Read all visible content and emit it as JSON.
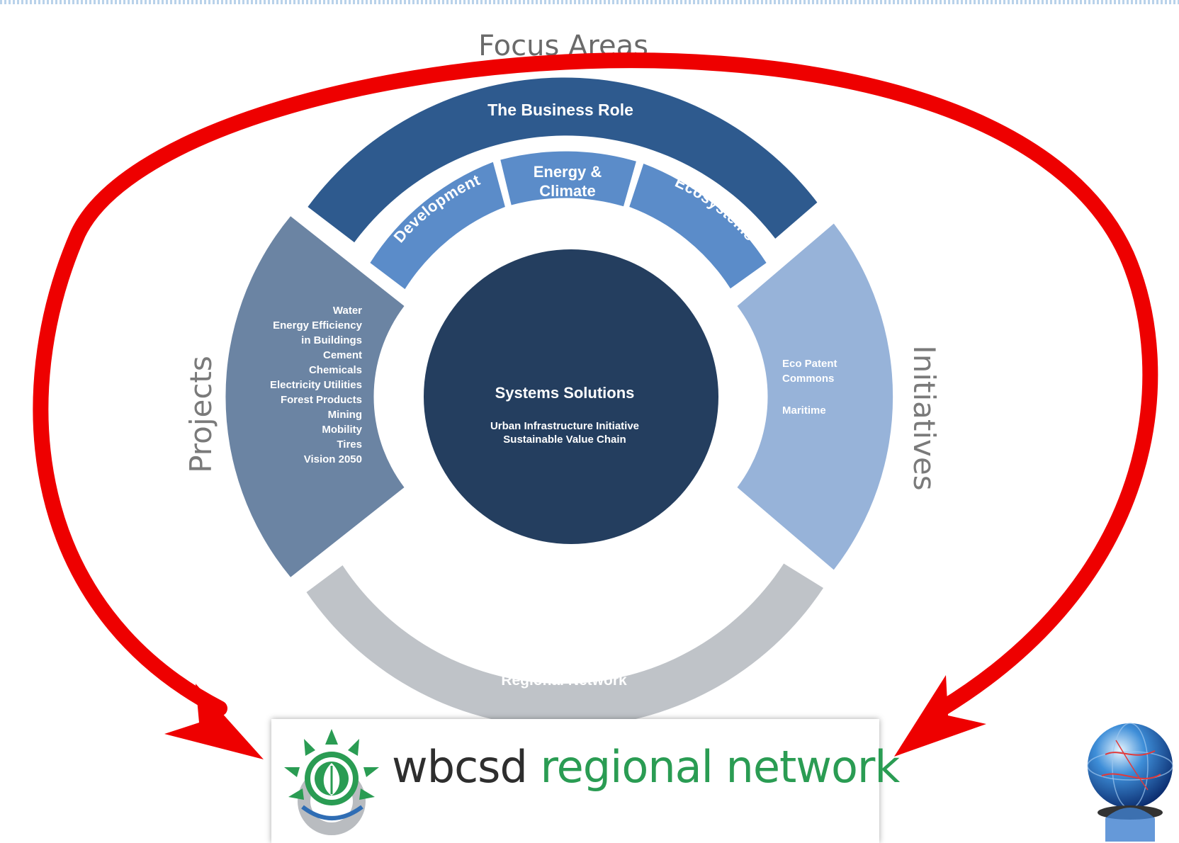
{
  "diagram": {
    "heading": "Focus Areas",
    "top_band": "The Business Role",
    "inner_segments": {
      "left": "Development",
      "middle": [
        "Energy &",
        "Climate"
      ],
      "right": "Ecosystems"
    },
    "left_side_label": "Projects",
    "right_side_label": "Initiatives",
    "projects_list": [
      "Water",
      "Energy Efficiency",
      "in Buildings",
      "Cement",
      "Chemicals",
      "Electricity Utilities",
      "Forest Products",
      "Mining",
      "Mobility",
      "Tires",
      "Vision 2050"
    ],
    "initiatives_list": [
      "Eco Patent",
      "Commons",
      "Maritime"
    ],
    "center": {
      "title": "Systems Solutions",
      "lines": [
        "Urban Infrastructure Initiative",
        "Sustainable Value Chain"
      ]
    },
    "bottom_band": "Regional Network"
  },
  "logo": {
    "word1": "wbcsd",
    "word2": "regional network"
  },
  "colors": {
    "top_band": "#2e5a8e",
    "inner_segment": "#5b8cc9",
    "projects": "#6b84a3",
    "initiatives": "#97b3d9",
    "center": "#243e5f",
    "bottom_band": "#bfc3c8",
    "arrow": "#ee0000",
    "logo_green": "#2a9c53"
  }
}
